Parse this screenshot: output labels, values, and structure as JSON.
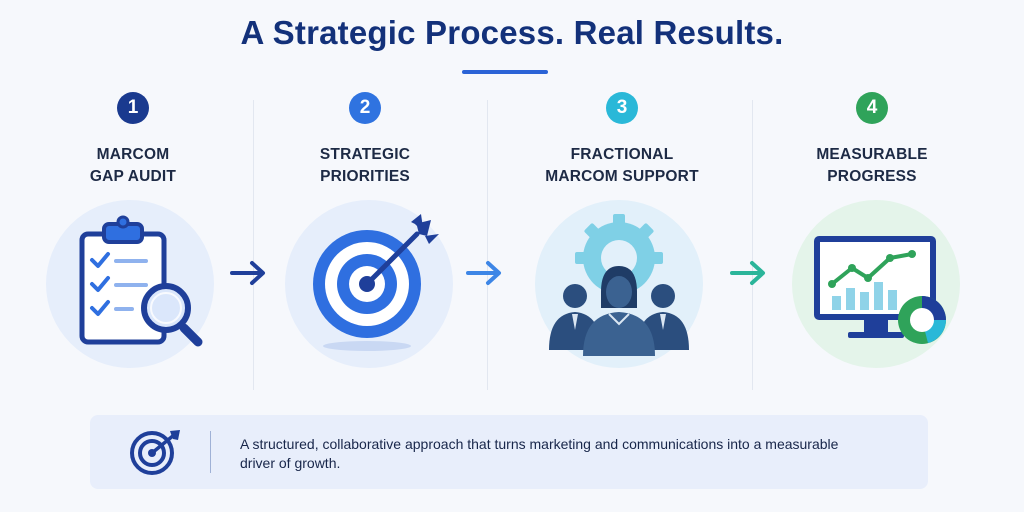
{
  "title": "A Strategic Process. Real Results.",
  "steps": [
    {
      "number": "1",
      "label": "MARCOM\nGAP AUDIT",
      "color": "#1a3a8f",
      "icon": "clipboard-magnifier-icon"
    },
    {
      "number": "2",
      "label": "STRATEGIC\nPRIORITIES",
      "color": "#2f73e0",
      "icon": "target-arrow-icon"
    },
    {
      "number": "3",
      "label": "FRACTIONAL\nMARCOM SUPPORT",
      "color": "#2ab8d8",
      "icon": "team-gear-icon"
    },
    {
      "number": "4",
      "label": "MEASURABLE\nPROGRESS",
      "color": "#2fa35a",
      "icon": "monitor-chart-icon"
    }
  ],
  "arrow_colors": [
    "#1f3f9a",
    "#3d86e6",
    "#2bb59a"
  ],
  "summary": {
    "text": "A structured, collaborative approach that turns marketing and communications into a measurable driver of growth.",
    "icon": "target-arrow-icon"
  }
}
